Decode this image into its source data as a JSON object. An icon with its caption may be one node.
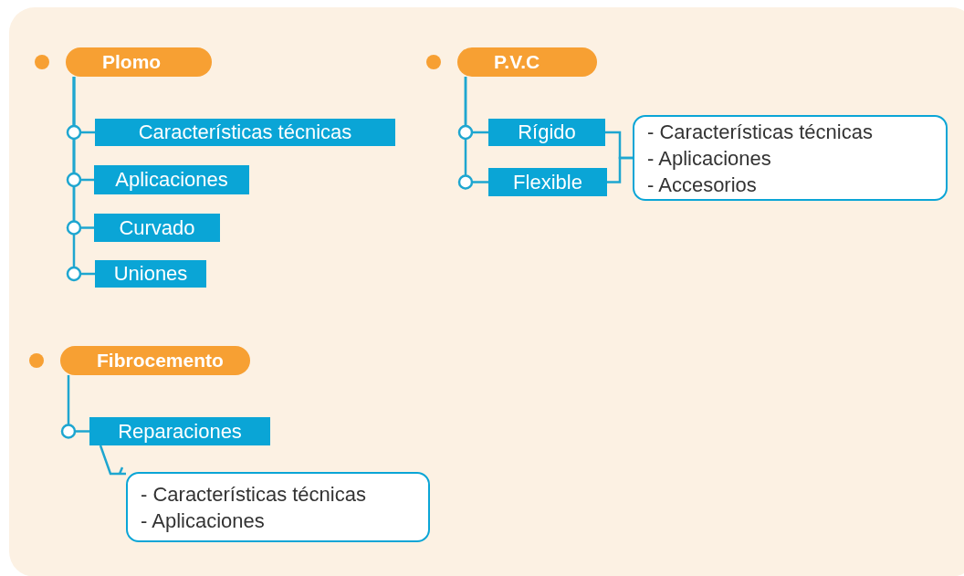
{
  "diagram": {
    "nodes": [
      {
        "text": [
          "Plomo"
        ]
      },
      {
        "text": [
          "Características técnicas"
        ]
      },
      {
        "text": [
          "Aplicaciones"
        ]
      },
      {
        "text": [
          "Curvado"
        ]
      },
      {
        "text": [
          "Uniones"
        ]
      },
      {
        "text": [
          "P.V.C"
        ]
      },
      {
        "text": [
          "Rígido"
        ]
      },
      {
        "text": [
          "Flexible"
        ]
      },
      {
        "text": [
          "- Características técnicas",
          "- Aplicaciones",
          "- Accesorios"
        ]
      },
      {
        "text": [
          "Fibrocemento"
        ]
      },
      {
        "text": [
          "Reparaciones"
        ]
      },
      {
        "text": [
          "- Características técnicas",
          "- Aplicaciones"
        ]
      }
    ],
    "edges": [
      {
        "from": 0,
        "to": 1,
        "arrow": "none"
      },
      {
        "from": 0,
        "to": 2,
        "arrow": "none"
      },
      {
        "from": 0,
        "to": 3,
        "arrow": "none"
      },
      {
        "from": 0,
        "to": 4,
        "arrow": "none"
      },
      {
        "from": 5,
        "to": 6,
        "arrow": "none"
      },
      {
        "from": 5,
        "to": 7,
        "arrow": "none"
      },
      {
        "from": 6,
        "to": 8,
        "arrow": "none"
      },
      {
        "from": 7,
        "to": 8,
        "arrow": "none"
      },
      {
        "from": 9,
        "to": 10,
        "arrow": "none"
      },
      {
        "from": 10,
        "to": 11,
        "arrow": "none"
      }
    ]
  }
}
